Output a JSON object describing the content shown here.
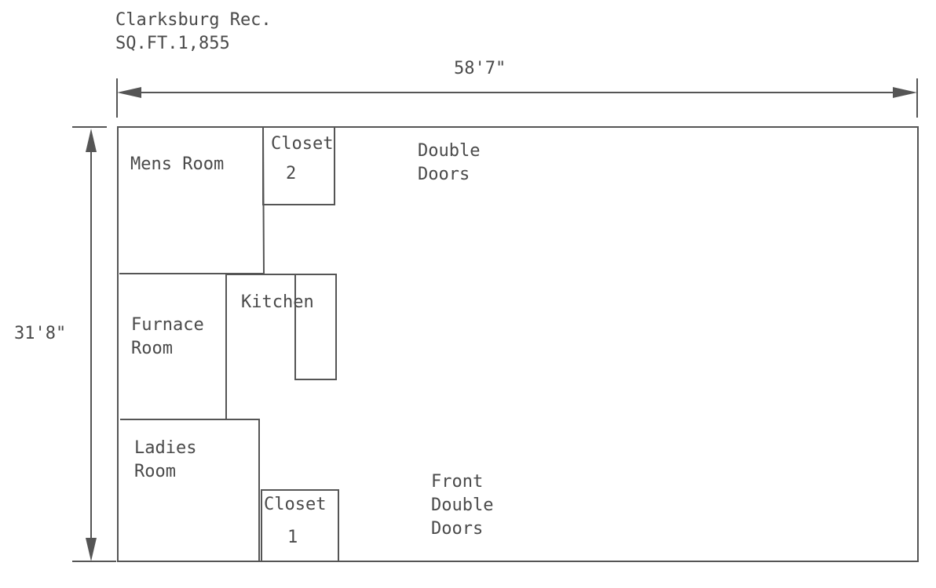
{
  "title": {
    "name": "Clarksburg Rec.",
    "area": "SQ.FT.1,855"
  },
  "dimensions": {
    "width": "58'7\"",
    "height": "31'8\""
  },
  "rooms": {
    "mens_room": "Mens Room",
    "closet_top": [
      "Closet",
      "2"
    ],
    "furnace_room": [
      "Furnace",
      "Room"
    ],
    "kitchen": "Kitchen",
    "ladies_room": [
      "Ladies",
      "Room"
    ],
    "closet_bottom": [
      "Closet",
      "1"
    ]
  },
  "doors": {
    "double_doors": [
      "Double",
      "Doors"
    ],
    "front_double_doors": [
      "Front",
      "Double",
      "Doors"
    ]
  }
}
